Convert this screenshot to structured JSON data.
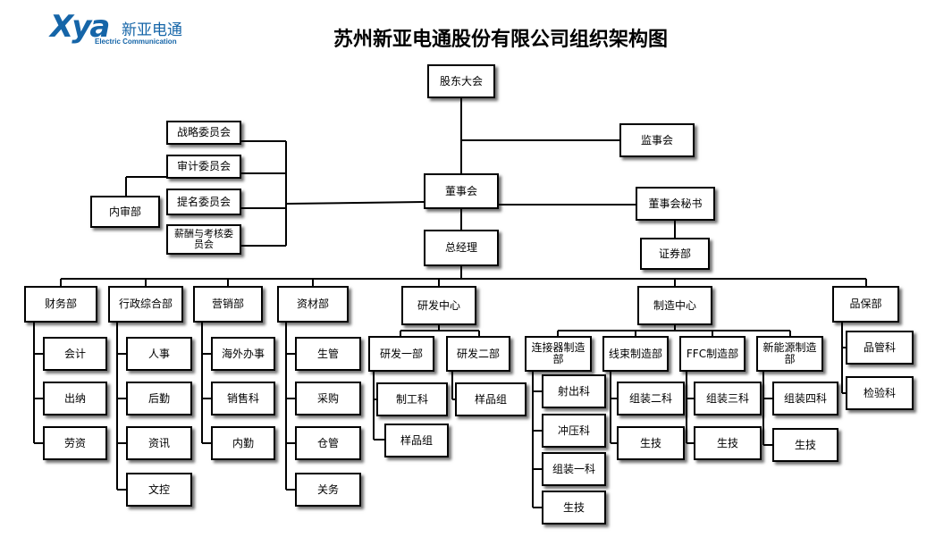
{
  "logo": {
    "mark": "Xya",
    "cn": "新亚电通",
    "en": "Electric Communication"
  },
  "title": "苏州新亚电通股份有限公司组织架构图",
  "nodes": {
    "gudong": "股东大会",
    "jianshi": "监事会",
    "dongshi": "董事会",
    "zhanlue": "战略委员会",
    "shenji": "审计委员会",
    "timing": "提名委员会",
    "xinchou": "薪酬与考核委员会",
    "neishen": "内审部",
    "mishu": "董事会秘书",
    "zhengquan": "证券部",
    "zongjingli": "总经理",
    "caiwu": "财务部",
    "xingzheng": "行政综合部",
    "yingxiao": "营销部",
    "zicai": "资材部",
    "yanfa": "研发中心",
    "zhizao": "制造中心",
    "pinbao": "品保部",
    "kuaiji": "会计",
    "chuna": "出纳",
    "laozi": "劳资",
    "renshi": "人事",
    "houqin": "后勤",
    "zixun": "资讯",
    "wenkong": "文控",
    "haiwai": "海外办事",
    "xiaoshou": "销售科",
    "neiqin": "内勤",
    "shengguan": "生管",
    "caigou": "采购",
    "cangguan": "仓管",
    "guanwu": "关务",
    "yanfa1": "研发一部",
    "yanfa2": "研发二部",
    "zhigong": "制工科",
    "yangpin1": "样品组",
    "yangpin2": "样品组",
    "lianjieqi": "连接器制造部",
    "xianshu": "线束制造部",
    "ffc": "FFC制造部",
    "xinnengyuan": "新能源制造部",
    "shechu": "射出科",
    "chongya": "冲压科",
    "zuzhuang1": "组装一科",
    "shengji1": "生技",
    "zuzhuang2": "组装二科",
    "shengji2": "生技",
    "zuzhuang3": "组装三科",
    "shengji3": "生技",
    "zuzhuang4": "组装四科",
    "shengji4": "生技",
    "pinguan": "品管科",
    "jianyan": "检验科"
  }
}
